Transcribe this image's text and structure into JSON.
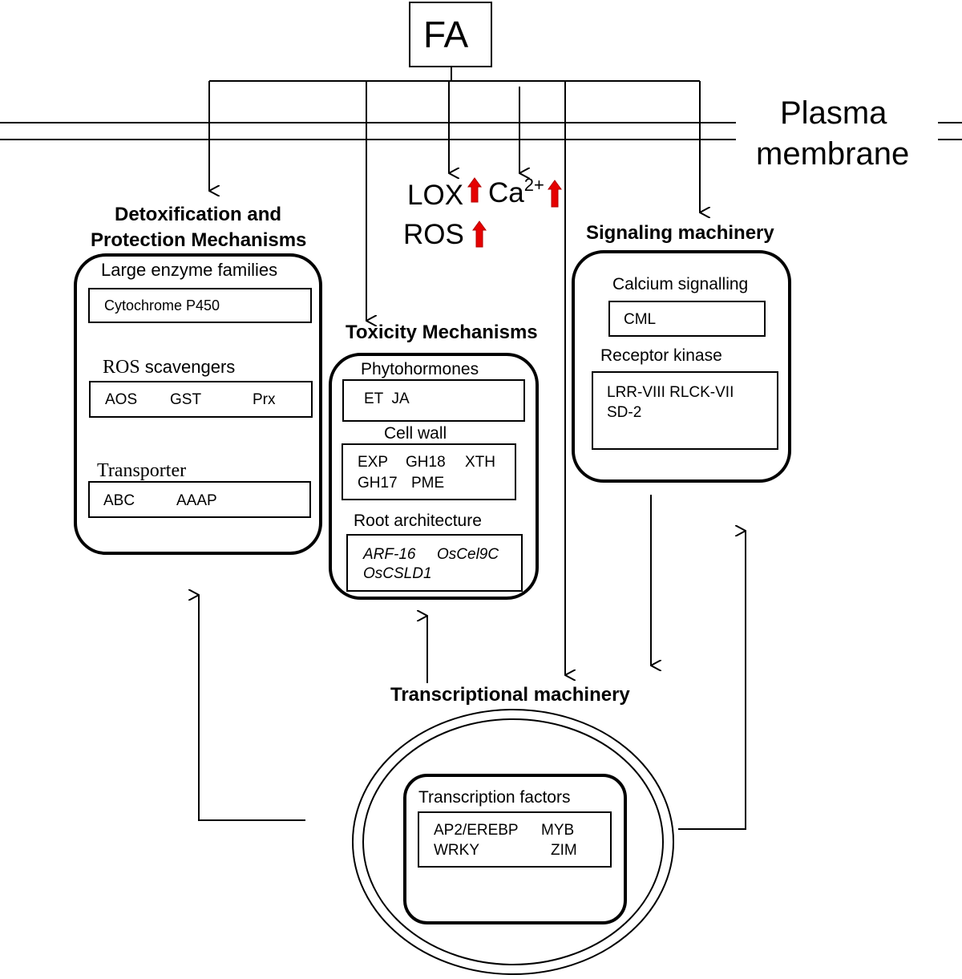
{
  "stimulus": "FA",
  "membrane": {
    "line1": "Plasma",
    "line2": "membrane"
  },
  "signals": {
    "lox": "LOX",
    "ca": "Ca",
    "ca_sup": "2+",
    "ros": "ROS",
    "increase_color": "#e60000"
  },
  "detox": {
    "title_line1": "Detoxification and",
    "title_line2": "Protection Mechanisms",
    "enzymes_label": "Large enzyme families",
    "enzymes": "Cytochrome P450",
    "ros_label_a": "ROS",
    "ros_label_b": " scavengers",
    "ros": [
      "AOS",
      "GST",
      "Prx"
    ],
    "transporter_label": "Transporter",
    "transporter": [
      "ABC",
      "AAAP"
    ]
  },
  "toxicity": {
    "title": "Toxicity Mechanisms",
    "phyto_label": "Phytohormones",
    "phyto": "ET  JA",
    "cellwall_label": "Cell wall",
    "cellwall_line1": [
      "EXP",
      "GH18",
      "XTH"
    ],
    "cellwall_line2": [
      "GH17",
      "PME"
    ],
    "root_label": "Root architecture",
    "root_line1": [
      "ARF-16",
      "OsCel9C"
    ],
    "root_line2": "OsCSLD1"
  },
  "signaling": {
    "title": "Signaling machinery",
    "calcium_label": "Calcium signalling",
    "calcium": "CML",
    "receptor_label": "Receptor kinase",
    "receptor_line1": "LRR-VIII RLCK-VII",
    "receptor_line2": "SD-2"
  },
  "transcription": {
    "title": "Transcriptional machinery",
    "tf_label": "Transcription factors",
    "tf_line1": [
      "AP2/EREBP",
      "MYB"
    ],
    "tf_line2": [
      "WRKY",
      "ZIM"
    ]
  }
}
